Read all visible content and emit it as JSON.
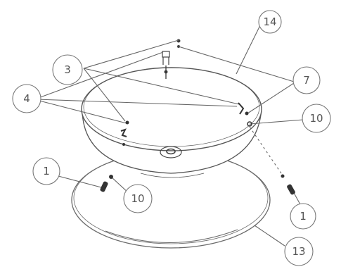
{
  "callouts": [
    {
      "id": "c14",
      "label": "14"
    },
    {
      "id": "c3",
      "label": "3"
    },
    {
      "id": "c7",
      "label": "7"
    },
    {
      "id": "c4",
      "label": "4"
    },
    {
      "id": "c10a",
      "label": "10"
    },
    {
      "id": "c1a",
      "label": "1"
    },
    {
      "id": "c10b",
      "label": "10"
    },
    {
      "id": "c1b",
      "label": "1"
    },
    {
      "id": "c13",
      "label": "13"
    }
  ]
}
